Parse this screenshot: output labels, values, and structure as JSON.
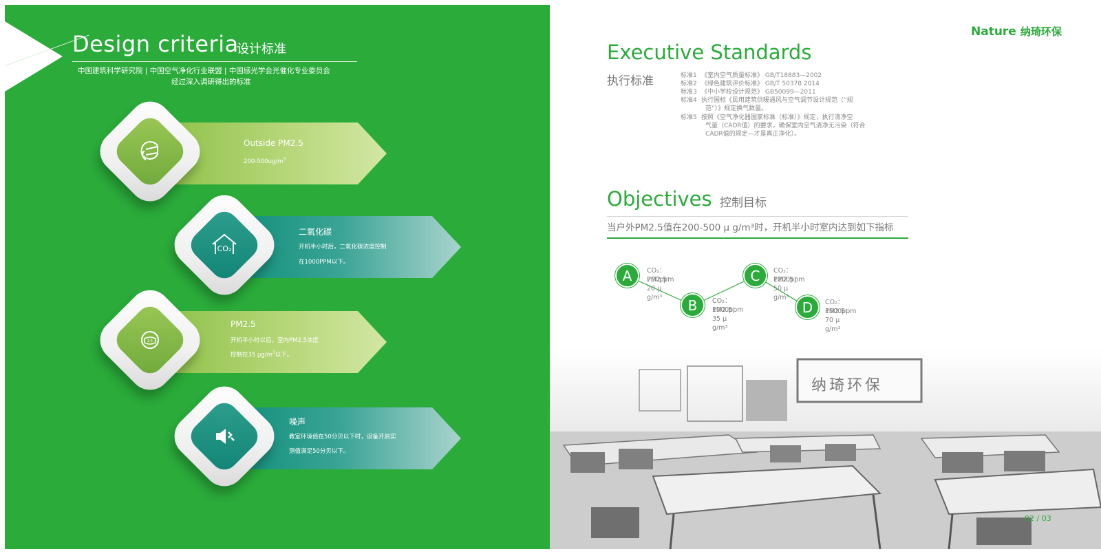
{
  "left": {
    "title": "Design criteria",
    "title_cn": "设计标准",
    "subtitle_line1": "中国建筑科学研究院 | 中国空气净化行业联盟 | 中国感光学会光催化专业委员会",
    "subtitle_line2": "经过深入调研得出的标准",
    "cards": [
      {
        "icon": "mask-person-icon",
        "title": "Outside PM2.5",
        "line1": "200-500ug/m",
        "sup": "3",
        "line2": ""
      },
      {
        "icon": "co2-house-icon",
        "title": "二氧化碳",
        "line1": "开机半小时后，二氧化碳浓度控制",
        "line2": "在1000PPM以下。"
      },
      {
        "icon": "pm25-mask-icon",
        "title": "PM2.5",
        "line1": "开机半小时以后，室内PM2.5浓度",
        "line2_a": "控制在35 μg/m",
        "sup": "3",
        "line2_b": "以下。"
      },
      {
        "icon": "speaker-mute-icon",
        "title": "噪声",
        "line1": "教室环境值在50分贝以下时，设备开启实",
        "line2": "测值满足50分贝以下。"
      }
    ]
  },
  "right": {
    "logo_en": "Nature",
    "logo_cn": "纳琦环保",
    "es_title": "Executive Standards",
    "es_cn": "执行标准",
    "standards": [
      {
        "label": "标准1",
        "text": "《室内空气质量标准》 GB/T18883—2002"
      },
      {
        "label": "标准2",
        "text": "《绿色建筑评价标准》 GB/T 50378    2014"
      },
      {
        "label": "标准3",
        "text": "《中小学校设计规范》 GB50099—2011"
      },
      {
        "label": "标准4",
        "text": "执行国标《民用建筑供暖通风与空气调节设计规范（“规",
        "cont": "范”）》规定换气数量。"
      },
      {
        "label": "标准5",
        "text": "按照《空气净化器国家标准（标准）》规定，执行清净空",
        "cont": "气量（CADR值）的要求，确保室内空气清净无污染（符合",
        "cont2": "CADR值的规定—才是真正净化）。"
      }
    ],
    "ob_title": "Objectives",
    "ob_cn": "控制目标",
    "ob_desc": "当户外PM2.5值在200-500 μ g/m³时，开机半小时室内达到如下指标",
    "nodes": [
      {
        "letter": "A",
        "co2": "CO₂：700ppm",
        "pm": "PM2.5：20 μ g/m³"
      },
      {
        "letter": "B",
        "co2": "CO₂：1000ppm",
        "pm": "PM2.5：35 μ g/m³"
      },
      {
        "letter": "C",
        "co2": "CO₂：1200ppm",
        "pm": "PM2.5：50 μ g/m³"
      },
      {
        "letter": "D",
        "co2": "CO₂：1500ppm",
        "pm": "PM2.5：70 μ g/m³"
      }
    ],
    "board_text": "纳琦环保",
    "page_number": "02 / 03"
  },
  "colors": {
    "brand_green": "#2aab3a",
    "lime": "#9cc857",
    "teal": "#14907c"
  }
}
